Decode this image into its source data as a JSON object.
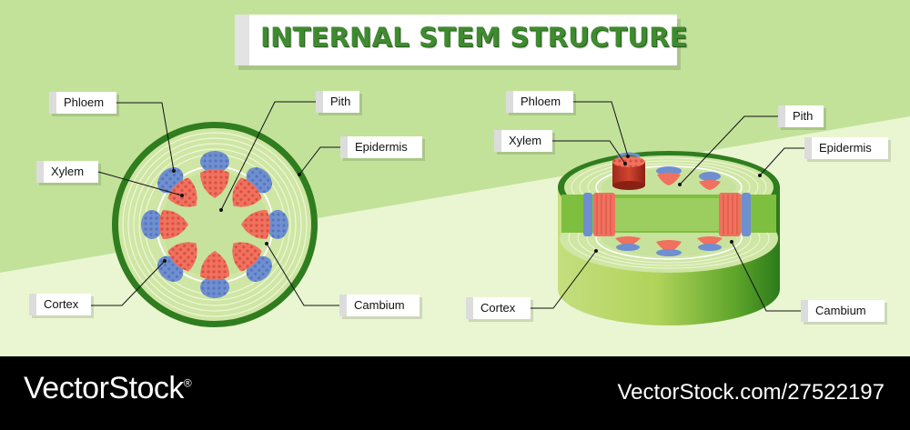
{
  "title": "INTERNAL STEM STRUCTURE",
  "cross_section": {
    "labels": {
      "phloem": "Phloem",
      "xylem": "Xylem",
      "pith": "Pith",
      "epidermis": "Epidermis",
      "cortex": "Cortex",
      "cambium": "Cambium"
    }
  },
  "longitudinal_section": {
    "labels": {
      "phloem": "Phloem",
      "xylem": "Xylem",
      "pith": "Pith",
      "epidermis": "Epidermis",
      "cortex": "Cortex",
      "cambium": "Cambium"
    }
  },
  "footer": {
    "brand": "VectorStock",
    "trademark": "®",
    "stock_id": "VectorStock.com/27522197"
  },
  "colors": {
    "background_dark": "#c2e29a",
    "background_light": "#eaf6d2",
    "stem_dark_green": "#2f7d1e",
    "stem_light_green": "#cfe6a4",
    "pith": "#c7e29c",
    "phloem": "#6f8fd0",
    "xylem": "#f0715f",
    "title_green": "#3f8b2f"
  }
}
